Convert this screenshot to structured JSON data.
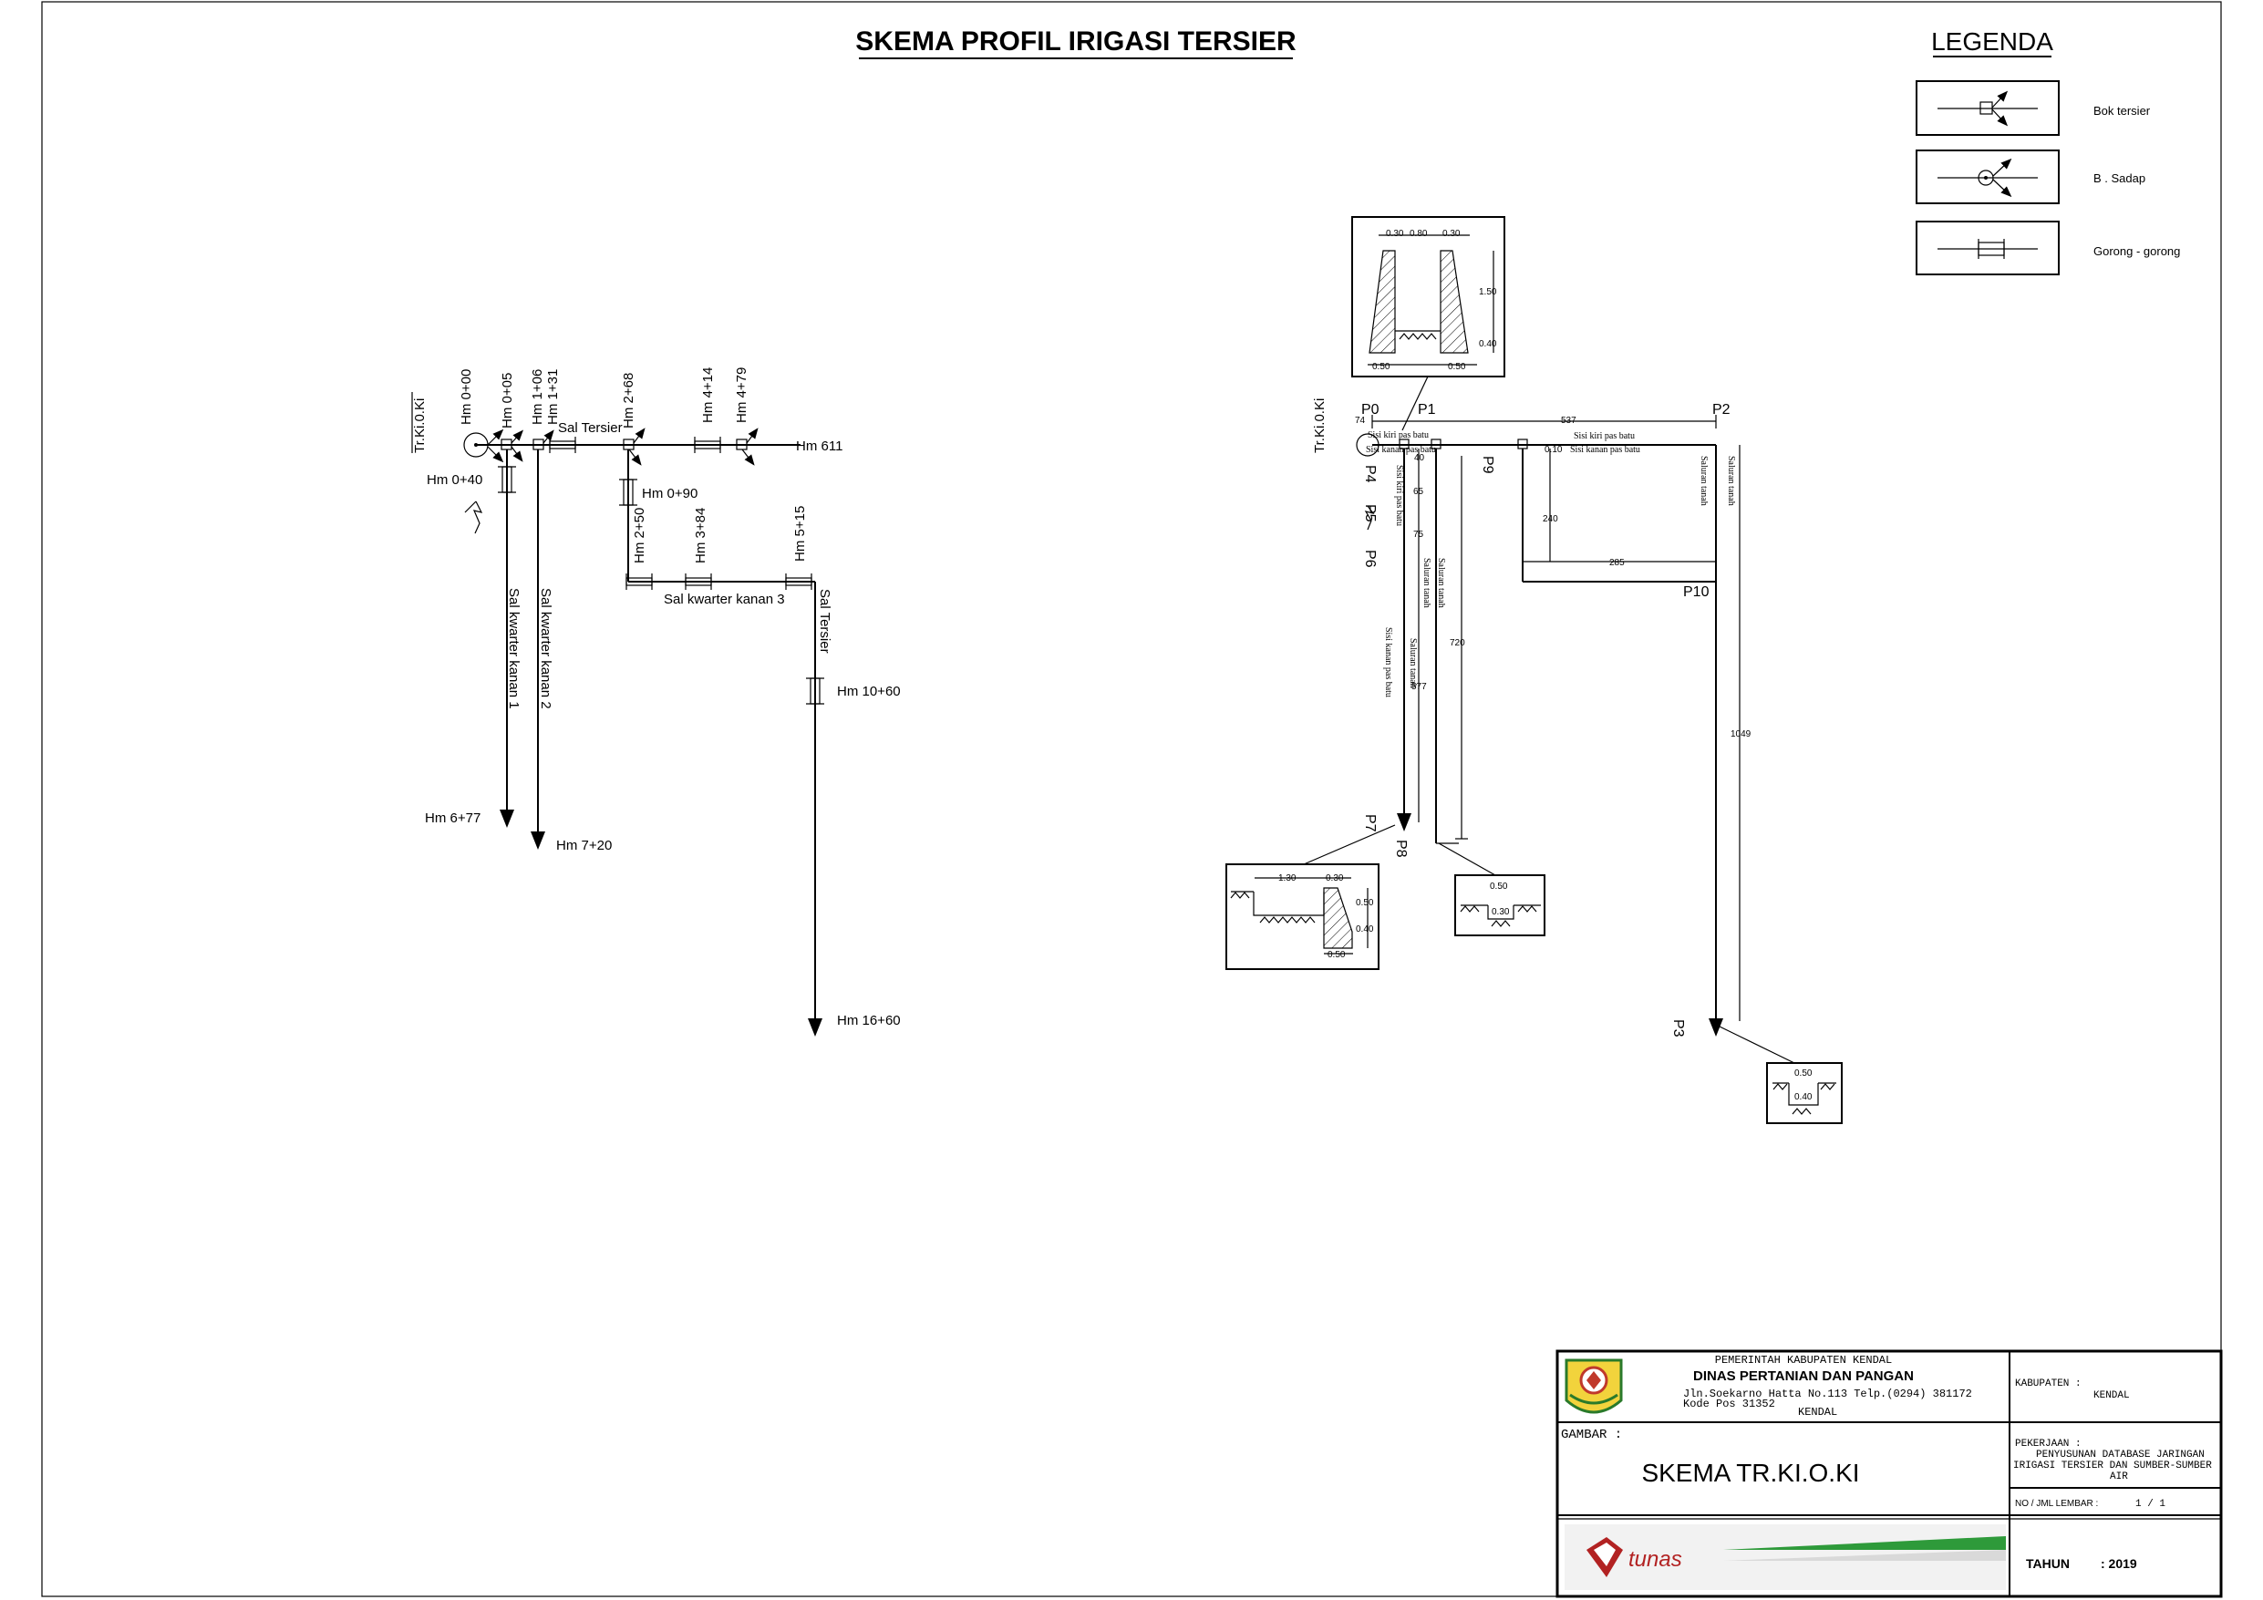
{
  "title": "SKEMA PROFIL IRIGASI TERSIER",
  "legend": {
    "title": "LEGENDA",
    "items": [
      {
        "icon": "bok-tersier-icon",
        "label": "Bok tersier"
      },
      {
        "icon": "bangunan-sadap-icon",
        "label": "B . Sadap"
      },
      {
        "icon": "gorong-gorong-icon",
        "label": "Gorong - gorong"
      }
    ]
  },
  "left_scheme": {
    "origin": "Tr.Ki.0.Ki",
    "hm_labels": [
      "Hm 0+00",
      "Hm 0+05",
      "Hm 1+06",
      "Hm 1+31",
      "Hm 2+68",
      "Hm 4+14",
      "Hm 4+79",
      "Hm 611",
      "Hm 0+40",
      "Hm 0+90",
      "Hm 2+50",
      "Hm 3+84",
      "Hm 5+15",
      "Hm 10+60",
      "Hm 6+77",
      "Hm 7+20",
      "Hm 16+60"
    ],
    "channels": [
      "Sal Tersier",
      "Sal kwarter kanan 1",
      "Sal kwarter kanan 2",
      "Sal kwarter kanan 3",
      "Sal Tersier"
    ]
  },
  "right_scheme": {
    "origin": "Tr.Ki.0.Ki",
    "points": [
      "P0",
      "P1",
      "P2",
      "P4",
      "P5",
      "P6",
      "P7",
      "P8",
      "P9",
      "P10",
      "P3"
    ],
    "lengths": [
      "74",
      "537",
      "240",
      "285",
      "75",
      "65",
      "40",
      "577",
      "720",
      "1049"
    ],
    "notes": [
      "Sisi kiri pas batu",
      "Sisi kanan pas batu",
      "Sisi kiri pas batu",
      "Sisi kanan pas batu",
      "Saluran tanah",
      "Saluran tanah",
      "Sisi kiri pas batu",
      "Sisi kanan pas batu",
      "Saluran tanah",
      "Saluran tanah",
      "Saluran tanah",
      "0.10"
    ],
    "section_top": [
      "0.30",
      "0.80",
      "0.30",
      "1.50",
      "0.40",
      "0.50",
      "0.50"
    ],
    "section_left": [
      "1.30",
      "0.30",
      "0.50",
      "0.40",
      "0.50"
    ],
    "section_mid": [
      "0.50",
      "0.30"
    ],
    "section_bottom": [
      "0.50",
      "0.40"
    ]
  },
  "title_block": {
    "org1": "PEMERINTAH KABUPATEN KENDAL",
    "org2": "DINAS PERTANIAN DAN PANGAN",
    "address": "Jln.Soekarno Hatta No.113 Telp.(0294) 381172",
    "postal": "Kode Pos 31352",
    "city": "KENDAL",
    "kabupaten_label": "KABUPATEN :",
    "kabupaten_value": "KENDAL",
    "gambar_label": "GAMBAR :",
    "gambar_value": "SKEMA TR.KI.O.KI",
    "pekerjaan_label": "PEKERJAAN :",
    "pekerjaan_line1": "PENYUSUNAN DATABASE JARINGAN",
    "pekerjaan_line2": "IRIGASI TERSIER DAN SUMBER-SUMBER",
    "pekerjaan_line3": "AIR",
    "lembar_label": "NO / JML LEMBAR :",
    "lembar_value": "1 / 1",
    "tahun_label": "TAHUN",
    "tahun_value": ": 2019",
    "brand": "tunas"
  }
}
